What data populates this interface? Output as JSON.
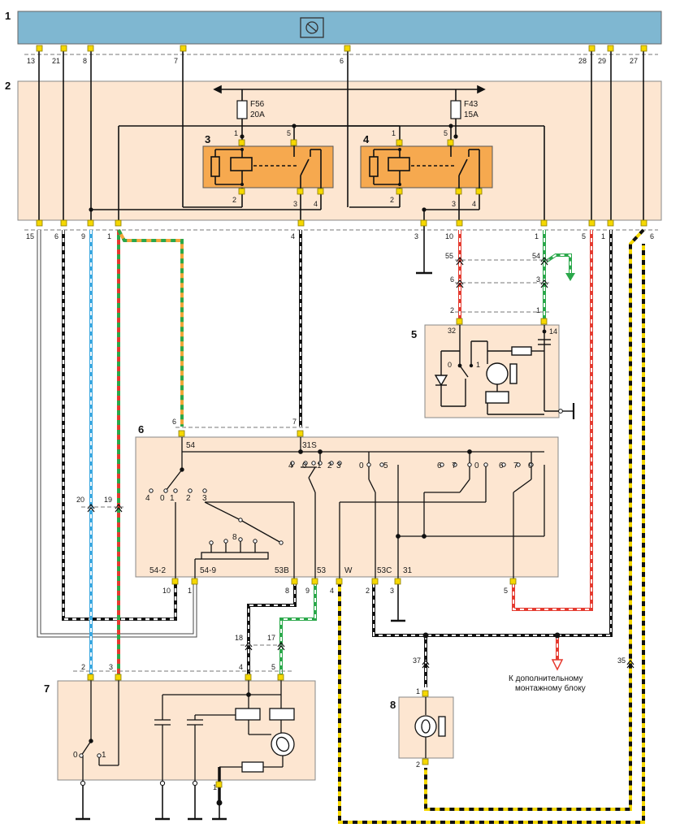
{
  "blocks": [
    {
      "num": "1"
    },
    {
      "num": "2"
    },
    {
      "num": "3"
    },
    {
      "num": "4"
    },
    {
      "num": "5"
    },
    {
      "num": "6"
    },
    {
      "num": "7"
    },
    {
      "num": "8"
    }
  ],
  "fuses": [
    {
      "id": "F56",
      "rating": "20A"
    },
    {
      "id": "F43",
      "rating": "15A"
    }
  ],
  "top_pins": [
    "13",
    "21",
    "8",
    "7",
    "6",
    "28",
    "29",
    "27"
  ],
  "block2_bottom_pins": [
    "15",
    "6",
    "9",
    "1",
    "4",
    "3",
    "10",
    "1",
    "5",
    "1",
    "6"
  ],
  "relay_pins": {
    "r3": [
      "1",
      "5",
      "2",
      "3",
      "4"
    ],
    "r4": [
      "1",
      "5",
      "2",
      "3",
      "4"
    ]
  },
  "motor5_pins": [
    "55",
    "54",
    "6",
    "3",
    "2",
    "1",
    "32",
    "14",
    "0",
    "1"
  ],
  "switch6": {
    "top_pins": [
      "6",
      "7"
    ],
    "top_labels": [
      "54",
      "31S"
    ],
    "contacts_a": [
      "4",
      "0",
      "1",
      "2",
      "3"
    ],
    "contacts_b": [
      "4",
      "0",
      "1",
      "2",
      "3"
    ],
    "contacts_c": [
      "0",
      "5"
    ],
    "contacts_d": [
      "6",
      "7",
      "0"
    ],
    "contacts_e": [
      "6",
      "7",
      "0"
    ],
    "bottom_labels": [
      "54-2",
      "54-9",
      "53B",
      "53",
      "W",
      "53C",
      "31"
    ],
    "bottom_pins": [
      "10",
      "1",
      "8",
      "9",
      "4",
      "2",
      "3",
      "5"
    ],
    "timer_label": "8"
  },
  "connector_nums": [
    "20",
    "19",
    "18",
    "17",
    "37",
    "35"
  ],
  "block7_pins": [
    "2",
    "3",
    "4",
    "5",
    "0",
    "1",
    "1"
  ],
  "block8_pins": [
    "1",
    "2"
  ],
  "note": {
    "line1": "К дополнительному",
    "line2": "монтажному блоку"
  }
}
